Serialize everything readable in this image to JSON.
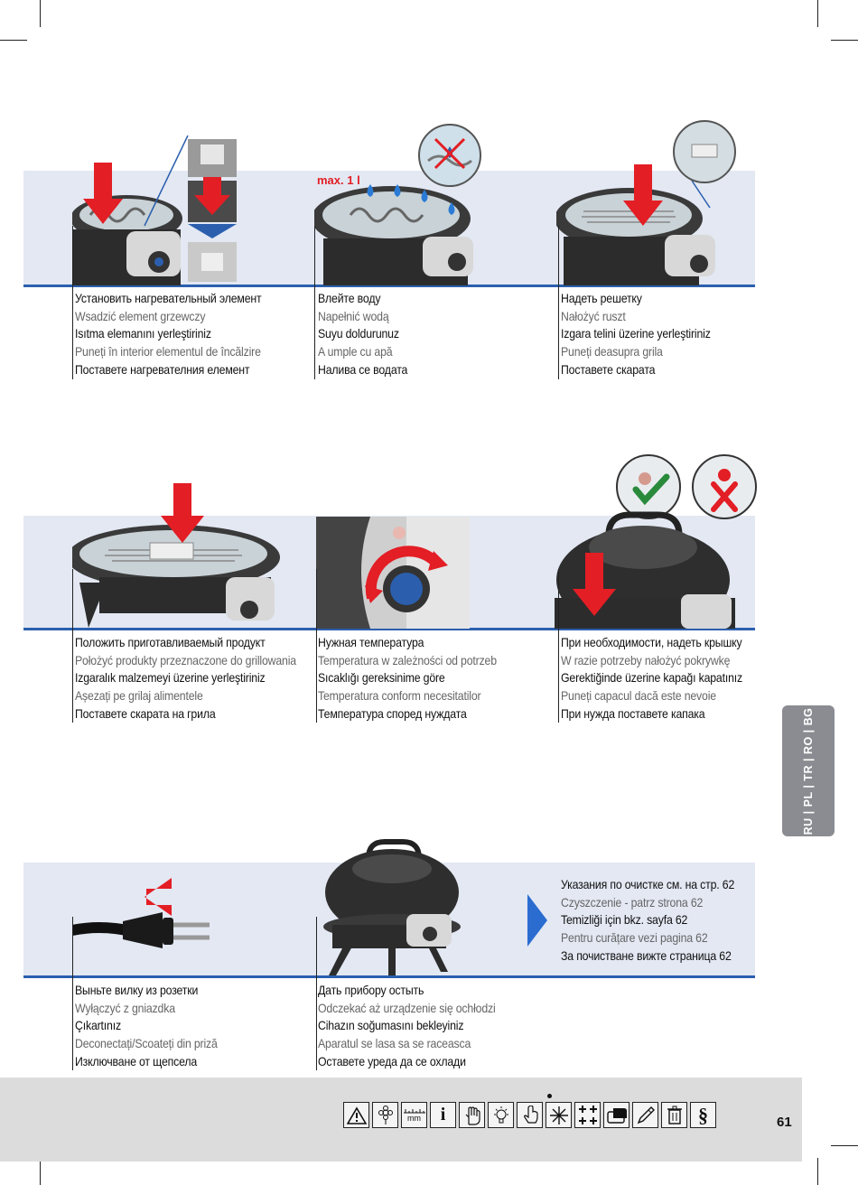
{
  "page_number": "61",
  "side_tab": "RU | PL | TR | RO | BG",
  "max_label": "max. 1 l",
  "steps": [
    {
      "lines": [
        "Установить нагревательный элемент",
        "Wsadzić element grzewczy",
        "Isıtma elemanını yerleştiriniz",
        "Puneți în interior elementul de încălzire",
        "Поставете нагревателния елемент"
      ]
    },
    {
      "lines": [
        "Влейте воду",
        "Napełnić wodą",
        "Suyu doldurunuz",
        "A umple cu apă",
        "Налива се водата"
      ]
    },
    {
      "lines": [
        "Надеть решетку",
        "Nałożyć ruszt",
        "Izgara telini üzerine yerleştiriniz",
        "Puneți deasupra grila",
        "Поставете скарата"
      ]
    },
    {
      "lines": [
        "Положить приготавливаемый продукт",
        "Położyć produkty przeznaczone do grillowania",
        "Izgaralık malzemeyi üzerine yerleştiriniz",
        "Așezați pe grilaj alimentele",
        "Поставете скарата на грила"
      ]
    },
    {
      "lines": [
        "Нужная температура",
        "Temperatura w zależności od potrzeb",
        "Sıcaklığı gereksinime göre",
        "Temperatura conform necesitatilor",
        "Температура според нуждата"
      ]
    },
    {
      "lines": [
        "При необходимости, надеть крышку",
        "W razie potrzeby nałożyć pokrywkę",
        "Gerektiğinde üzerine kapağı kapatınız",
        "Puneți capacul dacă este nevoie",
        "При нужда поставете капака"
      ]
    },
    {
      "lines": [
        "Выньте вилку из розетки",
        "Wyłączyć z gniazdka",
        "Çıkartınız",
        "Deconectați/Scoateți din priză",
        "Изключване от щепсела"
      ]
    },
    {
      "lines": [
        "Дать прибору остыть",
        "Odczekać aż urządzenie się ochłodzi",
        "Cihazın soğumasını bekleyiniz",
        "Aparatul se lasa sa se raceasca",
        "Оставете уреда да се охлади"
      ]
    },
    {
      "lines": [
        "Указания по очистке см. на стр. 62",
        "Czyszczenie - patrz strona 62",
        "Temizliği için bkz. sayfa 62",
        "Pentru curățare vezi pagina 62",
        "За почистване вижте страница 62"
      ]
    }
  ],
  "footer_icons": [
    "warning-icon",
    "flower-icon",
    "ruler-mm-icon",
    "info-icon",
    "hand-icon",
    "lightbulb-icon",
    "finger-press-icon",
    "star-burst-icon",
    "plus-grid-icon",
    "pad-icon",
    "pencil-icon",
    "bin-icon",
    "paragraph-icon"
  ],
  "icon_text": {
    "mm": "mm",
    "info": "i",
    "paragraph": "§"
  },
  "colors": {
    "band": "#e3e8f3",
    "rule": "#2b5fae",
    "arrow": "#e31e25",
    "check": "#2a8a3c",
    "footer": "#dcdcdc",
    "tab": "#8a8c91"
  }
}
